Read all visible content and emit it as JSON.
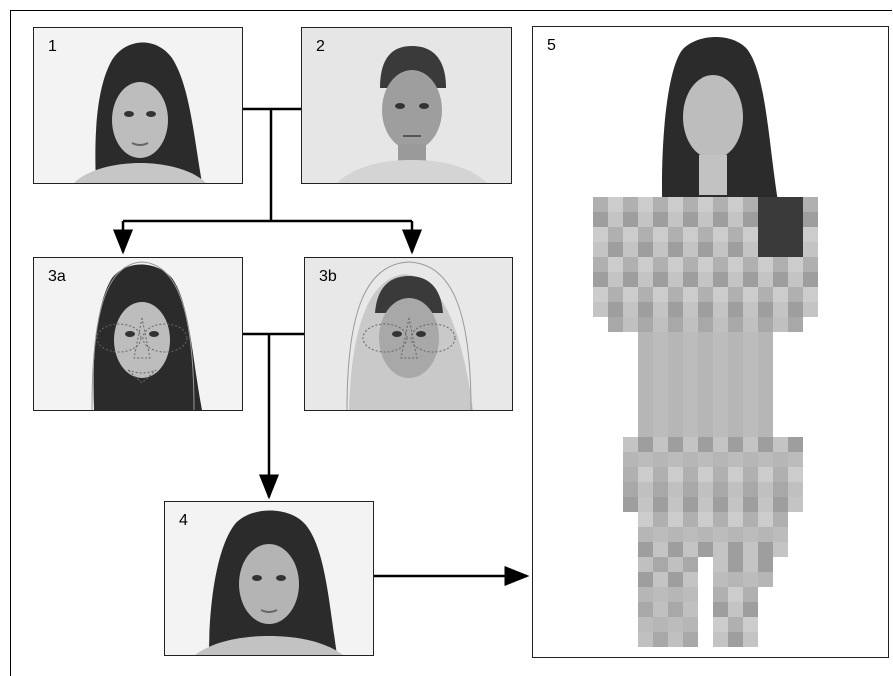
{
  "panels": {
    "p1": {
      "label": "1"
    },
    "p2": {
      "label": "2"
    },
    "p3a": {
      "label": "3a"
    },
    "p3b": {
      "label": "3b"
    },
    "p4": {
      "label": "4"
    },
    "p5": {
      "label": "5"
    }
  },
  "colors": {
    "line": "#000000",
    "panel_border": "#222222",
    "photo_bg": "#f3f3f3",
    "hair": "#2b2b2b",
    "skin": "#bdbdbd",
    "pixel_tone": "#b8b8b8"
  },
  "icons": [
    "female-portrait-icon",
    "male-portrait-icon",
    "landmark-overlay-icon",
    "pixelated-body-icon"
  ]
}
